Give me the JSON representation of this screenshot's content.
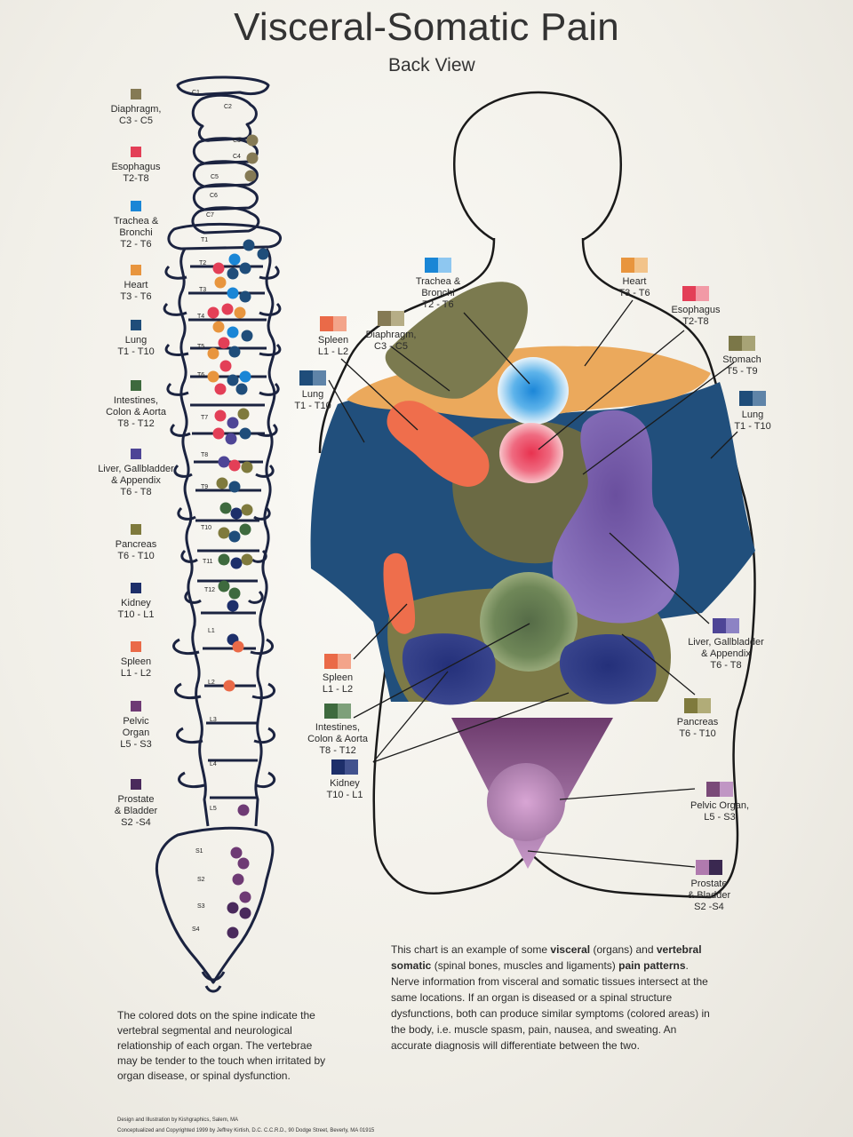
{
  "header": {
    "title": "Visceral-Somatic Pain",
    "subtitle": "Back View"
  },
  "spine_legend": [
    {
      "name": "Diaphragm,",
      "range": "C3 - C5",
      "color": "#857a55"
    },
    {
      "name": "Esophagus",
      "range": "T2-T8",
      "color": "#e33f57"
    },
    {
      "name": "Trachea &\nBronchi",
      "range": "T2 - T6",
      "color": "#1a86d6"
    },
    {
      "name": "Heart",
      "range": "T3 - T6",
      "color": "#e8953e"
    },
    {
      "name": "Lung",
      "range": "T1 - T10",
      "color": "#1f4d7a"
    },
    {
      "name": "Intestines,\nColon & Aorta",
      "range": "T8 - T12",
      "color": "#3e6a3e"
    },
    {
      "name": "Liver, Gallbladder\n& Appendix",
      "range": "T6 - T8",
      "color": "#4e4596"
    },
    {
      "name": "Pancreas",
      "range": "T6 - T10",
      "color": "#7f7a3d"
    },
    {
      "name": "Kidney",
      "range": "T10 - L1",
      "color": "#1d2f6a"
    },
    {
      "name": "Spleen",
      "range": "L1 - L2",
      "color": "#ea6a48"
    },
    {
      "name": "Pelvic\nOrgan",
      "range": "L5 - S3",
      "color": "#6e3a74"
    },
    {
      "name": "Prostate\n& Bladder",
      "range": "S2 -S4",
      "color": "#4a2a5c"
    }
  ],
  "vertebra_labels": [
    "C1",
    "C2",
    "C3",
    "C4",
    "C5",
    "C6",
    "C7",
    "T1",
    "T2",
    "T3",
    "T4",
    "T5",
    "T6",
    "T7",
    "T8",
    "T9",
    "T10",
    "T11",
    "T12",
    "L1",
    "L2",
    "L3",
    "L4",
    "L5",
    "S1",
    "S2",
    "S3",
    "S4"
  ],
  "body_labels": {
    "trachea": {
      "l1": "Trachea &",
      "l2": "Bronchi",
      "l3": "T2 - T6"
    },
    "heart": {
      "l1": "Heart",
      "l2": "T3 - T6"
    },
    "esophagus": {
      "l1": "Esophagus",
      "l2": "T2-T8"
    },
    "spleen_top": {
      "l1": "Spleen",
      "l2": "L1 - L2"
    },
    "diaphragm": {
      "l1": "Diaphragm,",
      "l2": "C3 - C5"
    },
    "stomach": {
      "l1": "Stomach",
      "l2": "T5 - T9"
    },
    "lung_left": {
      "l1": "Lung",
      "l2": "T1 - T10"
    },
    "lung_right": {
      "l1": "Lung",
      "l2": "T1 - T10"
    },
    "liver": {
      "l1": "Liver, Gallbladder",
      "l2": "& Appendix",
      "l3": "T6 - T8"
    },
    "spleen_bottom": {
      "l1": "Spleen",
      "l2": "L1 - L2"
    },
    "pancreas": {
      "l1": "Pancreas",
      "l2": "T6 - T10"
    },
    "intestines": {
      "l1": "Intestines,",
      "l2": "Colon & Aorta",
      "l3": "T8 - T12"
    },
    "kidney": {
      "l1": "Kidney",
      "l2": "T10 - L1"
    },
    "pelvic": {
      "l1": "Pelvic Organ,",
      "l2": "L5 - S3"
    },
    "prostate": {
      "l1": "Prostate",
      "l2": "& Bladder",
      "l3": "S2 -S4"
    }
  },
  "notes": {
    "left": "The colored dots on the spine indicate the vertebral segmental and neurological relationship of each organ. The vertebrae may be tender to the touch when irritated by organ disease, or spinal dysfunction.",
    "right_1": "This chart is an example of some ",
    "right_b1": "visceral",
    "right_2": " (organs) and ",
    "right_b2": "vertebral somatic",
    "right_3": " (spinal bones, muscles and ligaments) ",
    "right_b3": "pain patterns",
    "right_4": ". Nerve information from visceral and somatic tissues intersect at the same locations. If an organ is diseased or a spinal structure dysfunctions, both can produce similar symptoms (colored areas) in the body, i.e. muscle spasm, pain, nausea, and sweating. An accurate diagnosis will differentiate between the two."
  },
  "credits": {
    "line1": "Design and Illustration by Kishgraphics, Salem, MA",
    "line2": "Conceptualized and Copyrighted 1999 by Jeffrey Kirtish, D.C. C.C.R.D., 90 Dodge Street, Beverly, MA 01915"
  }
}
